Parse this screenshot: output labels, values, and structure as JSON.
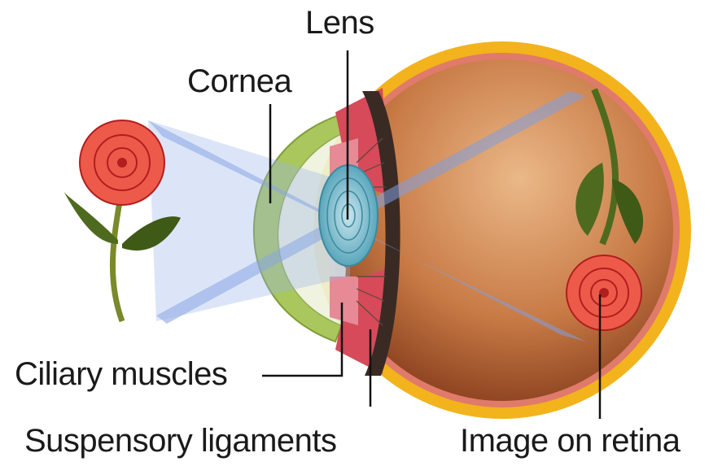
{
  "labels": {
    "lens": "Lens",
    "cornea": "Cornea",
    "ciliary_muscles": "Ciliary muscles",
    "suspensory_ligaments": "Suspensory ligaments",
    "image_on_retina": "Image on retina"
  },
  "colors": {
    "sclera": "#f2b31c",
    "choroid": "#d9706a",
    "vitreous_dark": "#7a3214",
    "vitreous_light": "#e8b27e",
    "cornea": "#b6cf6e",
    "lens": "#74b6c7",
    "light_ray": "#7f9fe0",
    "ciliary": "#d84a5a",
    "rose": "#e8352e",
    "leaf": "#4e6a1e",
    "stem": "#7a8a2a",
    "label": "#1a1a1a"
  }
}
